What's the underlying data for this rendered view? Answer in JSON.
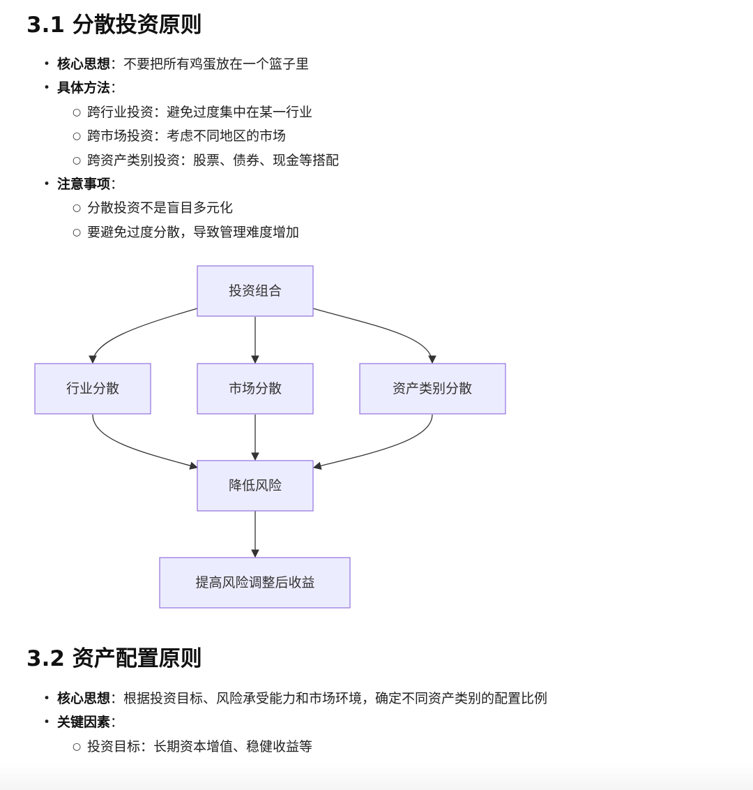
{
  "section1": {
    "title": "3.1 分散投资原则",
    "items": [
      {
        "label": "核心思想",
        "text": "：不要把所有鸡蛋放在一个篮子里"
      },
      {
        "label": "具体方法",
        "text": "："
      },
      {
        "text": "跨行业投资：避免过度集中在某一行业"
      },
      {
        "text": "跨市场投资：考虑不同地区的市场"
      },
      {
        "text": "跨资产类别投资：股票、债券、现金等搭配"
      },
      {
        "label": "注意事项",
        "text": "："
      },
      {
        "text": "分散投资不是盲目多元化"
      },
      {
        "text": "要避免过度分散，导致管理难度增加"
      }
    ]
  },
  "diagram": {
    "nodes": {
      "portfolio": "投资组合",
      "industry": "行业分散",
      "market": "市场分散",
      "asset_class": "资产类别分散",
      "reduce_risk": "降低风险",
      "improve_return": "提高风险调整后收益"
    },
    "colors": {
      "node_fill": "#ECECFF",
      "node_border": "#9370DB",
      "edge": "#333333"
    }
  },
  "section2": {
    "title": "3.2 资产配置原则",
    "items": [
      {
        "label": "核心思想",
        "text": "：根据投资目标、风险承受能力和市场环境，确定不同资产类别的配置比例"
      },
      {
        "label": "关键因素",
        "text": "："
      },
      {
        "text": "投资目标：长期资本增值、稳健收益等"
      }
    ]
  },
  "bullets": {
    "level1": "•",
    "level2": "○"
  }
}
